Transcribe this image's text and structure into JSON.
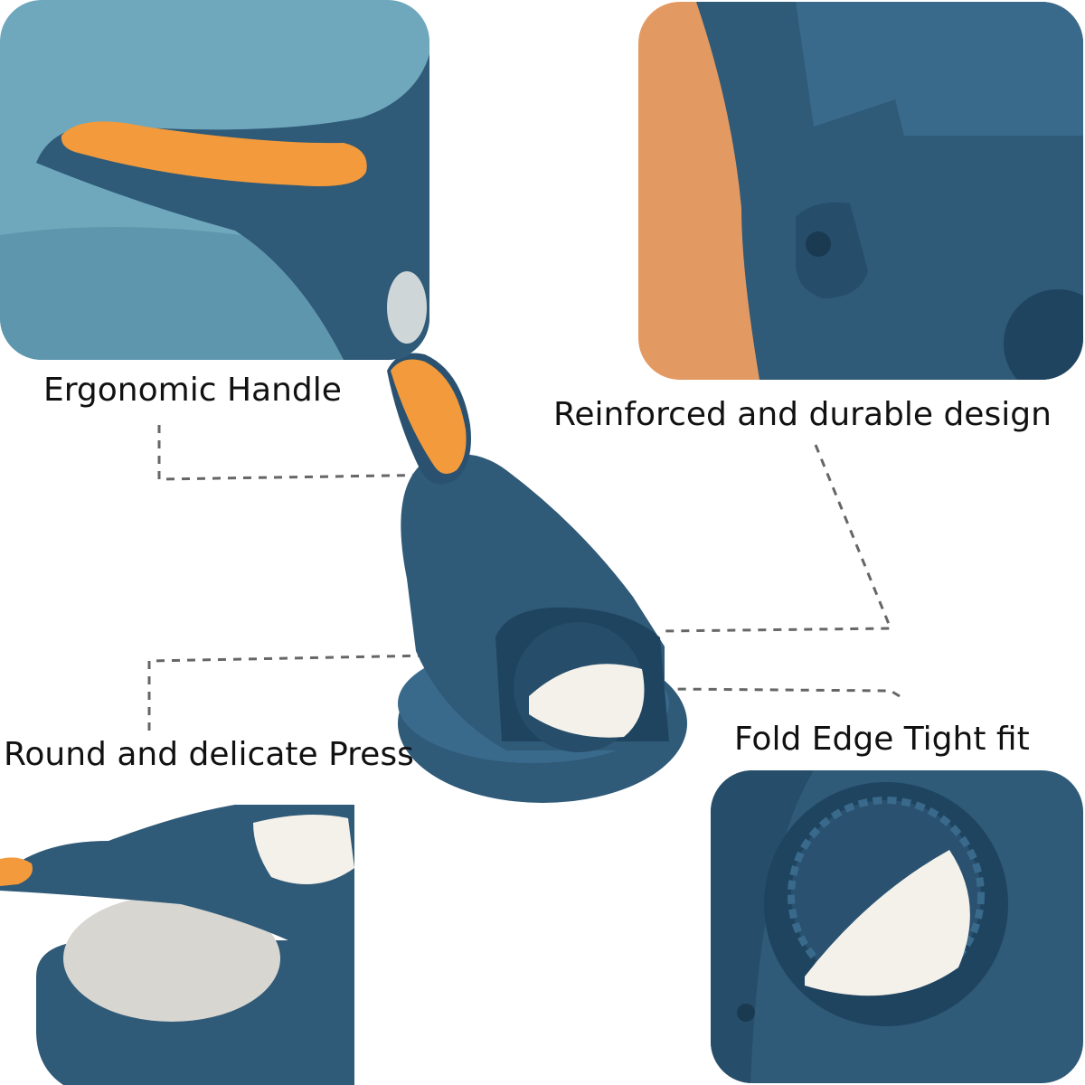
{
  "labels": {
    "ergonomic_handle": "Ergonomic Handle",
    "reinforced_design": "Reinforced and durable design",
    "round_press": "Round and delicate Press",
    "fold_edge": "Fold Edge Tight fit"
  },
  "colors": {
    "body_blue": "#2f5a78",
    "body_dark": "#1f4460",
    "handle_orange": "#f29a3c",
    "dough_white": "#f4f1ea",
    "backdrop_teal": "#6fa8bd",
    "backdrop_orange": "#e39a62",
    "leader_line": "#666666"
  }
}
